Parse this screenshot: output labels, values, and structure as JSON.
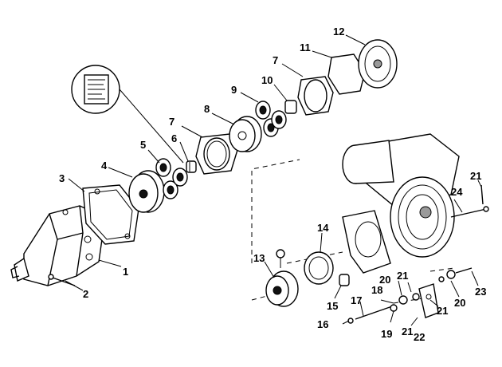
{
  "labels": {
    "1": "1",
    "2": "2",
    "3": "3",
    "4": "4",
    "5": "5",
    "6": "6",
    "7a": "7",
    "7b": "7",
    "8": "8",
    "9": "9",
    "10": "10",
    "11": "11",
    "12": "12",
    "13": "13",
    "14": "14",
    "15": "15",
    "16": "16",
    "17": "17",
    "18": "18",
    "19": "19",
    "20a": "20",
    "20b": "20",
    "21a": "21",
    "21b": "21",
    "21c": "21",
    "21d": "21",
    "22": "22",
    "23": "23",
    "24": "24"
  }
}
